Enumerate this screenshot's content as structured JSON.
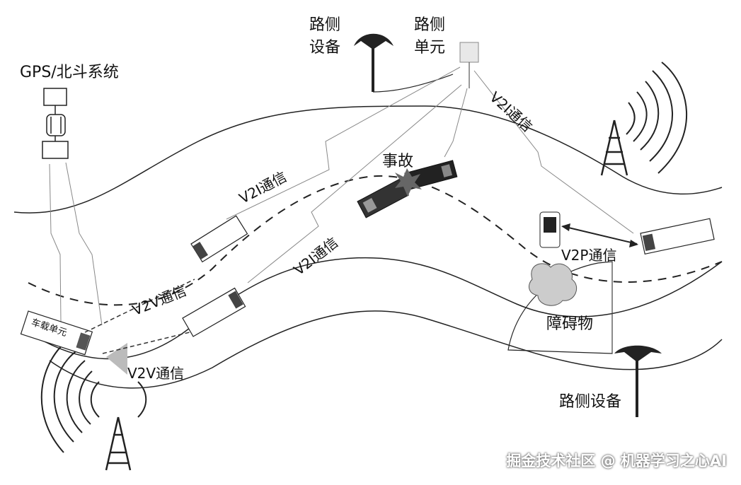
{
  "labels": {
    "roadside_equipment_top": "路侧\n设备",
    "roadside_unit": "路侧\n单元",
    "gps": "GPS/北斗系统",
    "v2i_top_right": "V2I通信",
    "v2i_left": "V2I通信",
    "v2i_mid": "V2I通信",
    "accident": "事故",
    "v2p": "V2P通信",
    "obstacle": "障碍物",
    "v2v_upper": "V2V通信",
    "v2v_lower": "V2V通信",
    "onboard_unit": "车载单元",
    "roadside_equipment_bottom": "路侧设备"
  },
  "watermark": "掘金技术社区 @ 机器学习之心AI",
  "colors": {
    "line": "#222222",
    "light_line": "#888888",
    "accent": "#aaaaaa"
  }
}
